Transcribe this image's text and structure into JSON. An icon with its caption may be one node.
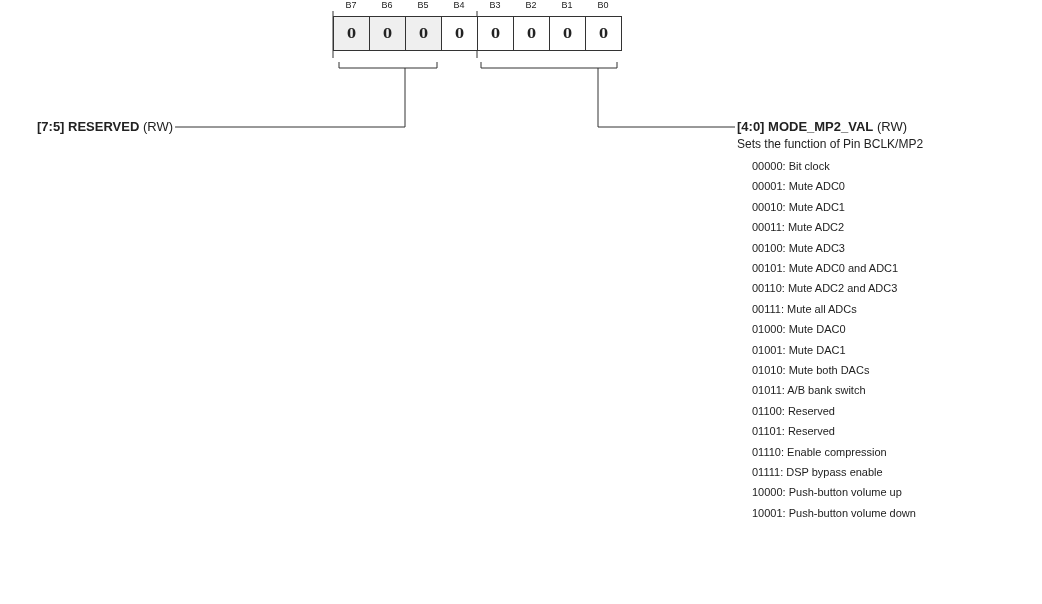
{
  "diagram": {
    "nodes": [
      {
        "text": [
          "0"
        ],
        "beside": [
          "B7"
        ]
      },
      {
        "text": [
          "0"
        ],
        "beside": [
          "B6"
        ]
      },
      {
        "text": [
          "0"
        ],
        "beside": [
          "B5"
        ]
      },
      {
        "text": [
          "0"
        ],
        "beside": [
          "B4"
        ]
      },
      {
        "text": [
          "0"
        ],
        "beside": [
          "B3"
        ]
      },
      {
        "text": [
          "0"
        ],
        "beside": [
          "B2"
        ]
      },
      {
        "text": [
          "0"
        ],
        "beside": [
          "B1"
        ]
      },
      {
        "text": [
          "0"
        ],
        "beside": [
          "B0"
        ]
      },
      {
        "text": [
          "**[7:5] RESERVED** (RW)"
        ]
      },
      {
        "text": [
          "**[4:0] MODE_MP2_VAL** (RW)",
          "Sets the function of Pin BCLK/MP2"
        ]
      }
    ],
    "edges": [
      {
        "from": 8,
        "to": null,
        "arrow": "none"
      },
      {
        "from": 9,
        "to": null,
        "arrow": "none"
      }
    ],
    "labels": [
      "00000: Bit clock",
      "00001: Mute ADC0",
      "00010: Mute ADC1",
      "00011: Mute ADC2",
      "00100: Mute ADC3",
      "00101: Mute ADC0 and ADC1",
      "00110: Mute ADC2 and ADC3",
      "00111: Mute all ADCs",
      "01000: Mute DAC0",
      "01001: Mute DAC1",
      "01010: Mute both DACs",
      "01011: A/B bank switch",
      "01100: Reserved",
      "01101: Reserved",
      "01110: Enable compression",
      "01111: DSP bypass enable",
      "10000: Push-button volume up",
      "10001: Push-button volume down"
    ]
  }
}
